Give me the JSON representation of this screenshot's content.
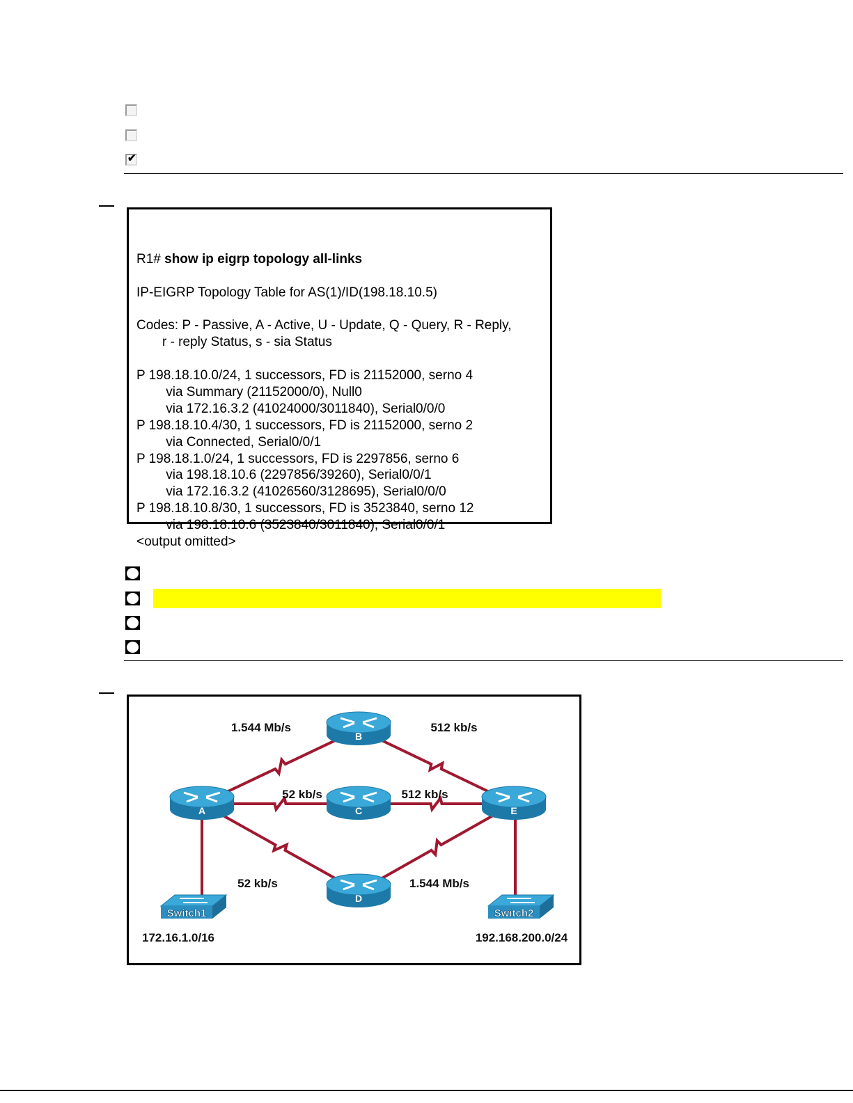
{
  "question1": {
    "options": [
      {
        "checked": false
      },
      {
        "checked": false
      },
      {
        "checked": true
      }
    ]
  },
  "exhibit1": {
    "prompt": "R1#",
    "command": " show ip eigrp topology all-links",
    "lines": [
      "IP-EIGRP Topology Table for AS(1)/ID(198.18.10.5)",
      "",
      "Codes: P - Passive, A - Active, U - Update, Q - Query, R - Reply,",
      "       r - reply Status, s - sia Status",
      "",
      "P 198.18.10.0/24, 1 successors, FD is 21152000, serno 4",
      "        via Summary (21152000/0), Null0",
      "        via 172.16.3.2 (41024000/3011840), Serial0/0/0",
      "P 198.18.10.4/30, 1 successors, FD is 21152000, serno 2",
      "        via Connected, Serial0/0/1",
      "P 198.18.1.0/24, 1 successors, FD is 2297856, serno 6",
      "        via 198.18.10.6 (2297856/39260), Serial0/0/1",
      "        via 172.16.3.2 (41026560/3128695), Serial0/0/0",
      "P 198.18.10.8/30, 1 successors, FD is 3523840, serno 12",
      "        via 198.18.10.6 (3523840/3011840), Serial0/0/1",
      "<output omitted>"
    ]
  },
  "question2": {
    "options": [
      {
        "selected": false,
        "highlighted": false
      },
      {
        "selected": false,
        "highlighted": true
      },
      {
        "selected": false,
        "highlighted": false
      },
      {
        "selected": false,
        "highlighted": false
      }
    ],
    "highlight_color": "#ffff00"
  },
  "exhibit2": {
    "routers": [
      "A",
      "B",
      "C",
      "D",
      "E"
    ],
    "switches": [
      "Switch1",
      "Switch2"
    ],
    "links": [
      {
        "from": "A",
        "to": "B",
        "label": "1.544 Mb/s"
      },
      {
        "from": "B",
        "to": "E",
        "label": "512 kb/s"
      },
      {
        "from": "A",
        "to": "C",
        "label": "52 kb/s"
      },
      {
        "from": "C",
        "to": "E",
        "label": "512 kb/s"
      },
      {
        "from": "A",
        "to": "D",
        "label": "52 kb/s"
      },
      {
        "from": "D",
        "to": "E",
        "label": "1.544 Mb/s"
      }
    ],
    "networks": {
      "switch1": "172.16.1.0/16",
      "switch2": "192.168.200.0/24"
    },
    "colors": {
      "link": "#a01830",
      "router": "#2a8fc0",
      "router_top": "#3aa8d8"
    }
  }
}
